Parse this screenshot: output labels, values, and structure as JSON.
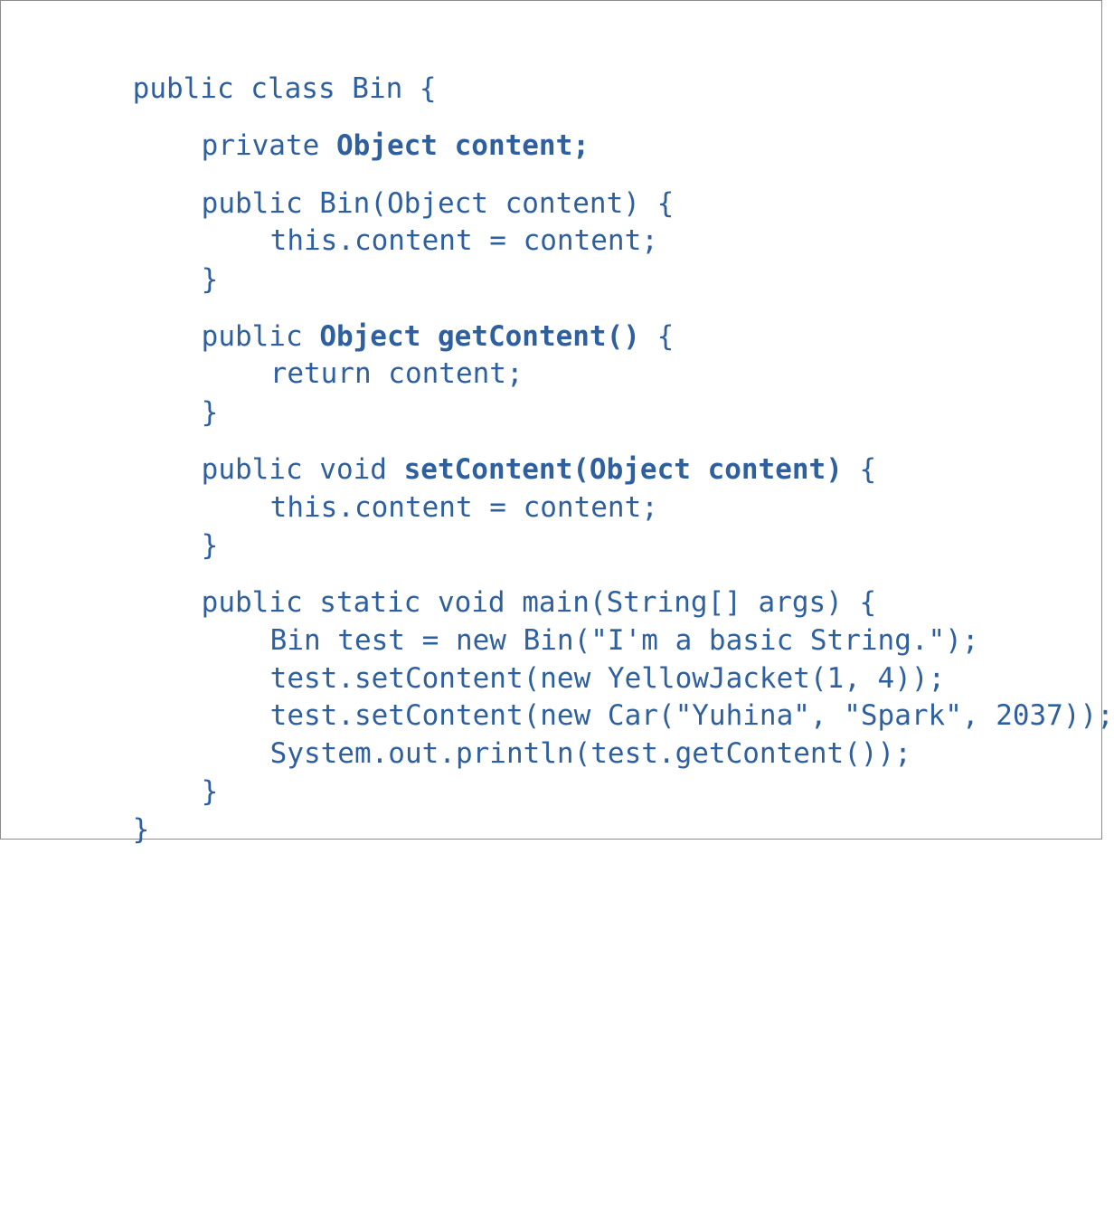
{
  "code": {
    "language": "Java",
    "text_color": "#2e5f9e",
    "lines": [
      {
        "segments": [
          {
            "text": "public class Bin {",
            "bold": false
          }
        ]
      },
      {
        "segments": [
          {
            "text": "private ",
            "bold": false
          },
          {
            "text": "Object content;",
            "bold": true
          }
        ]
      },
      {
        "segments": [
          {
            "text": "public Bin(Object content) {",
            "bold": false
          }
        ]
      },
      {
        "segments": [
          {
            "text": "this.content = content;",
            "bold": false
          }
        ]
      },
      {
        "segments": [
          {
            "text": "}",
            "bold": false
          }
        ]
      },
      {
        "segments": [
          {
            "text": "public ",
            "bold": false
          },
          {
            "text": "Object getContent()",
            "bold": true
          },
          {
            "text": " {",
            "bold": false
          }
        ]
      },
      {
        "segments": [
          {
            "text": "return content;",
            "bold": false
          }
        ]
      },
      {
        "segments": [
          {
            "text": "}",
            "bold": false
          }
        ]
      },
      {
        "segments": [
          {
            "text": "public void ",
            "bold": false
          },
          {
            "text": "setContent(Object content)",
            "bold": true
          },
          {
            "text": " {",
            "bold": false
          }
        ]
      },
      {
        "segments": [
          {
            "text": "this.content = content;",
            "bold": false
          }
        ]
      },
      {
        "segments": [
          {
            "text": "}",
            "bold": false
          }
        ]
      },
      {
        "segments": [
          {
            "text": "public static void main(String[] args) {",
            "bold": false
          }
        ]
      },
      {
        "segments": [
          {
            "text": "Bin test = new Bin(\"I'm a basic String.\");",
            "bold": false
          }
        ]
      },
      {
        "segments": [
          {
            "text": "test.setContent(new YellowJacket(1, 4));",
            "bold": false
          }
        ]
      },
      {
        "segments": [
          {
            "text": "test.setContent(new Car(\"Yuhina\", \"Spark\", 2037));",
            "bold": false
          }
        ]
      },
      {
        "segments": [
          {
            "text": "System.out.println(test.getContent());",
            "bold": false
          }
        ]
      },
      {
        "segments": [
          {
            "text": "}",
            "bold": false
          }
        ]
      },
      {
        "segments": [
          {
            "text": "}",
            "bold": false
          }
        ]
      }
    ]
  }
}
